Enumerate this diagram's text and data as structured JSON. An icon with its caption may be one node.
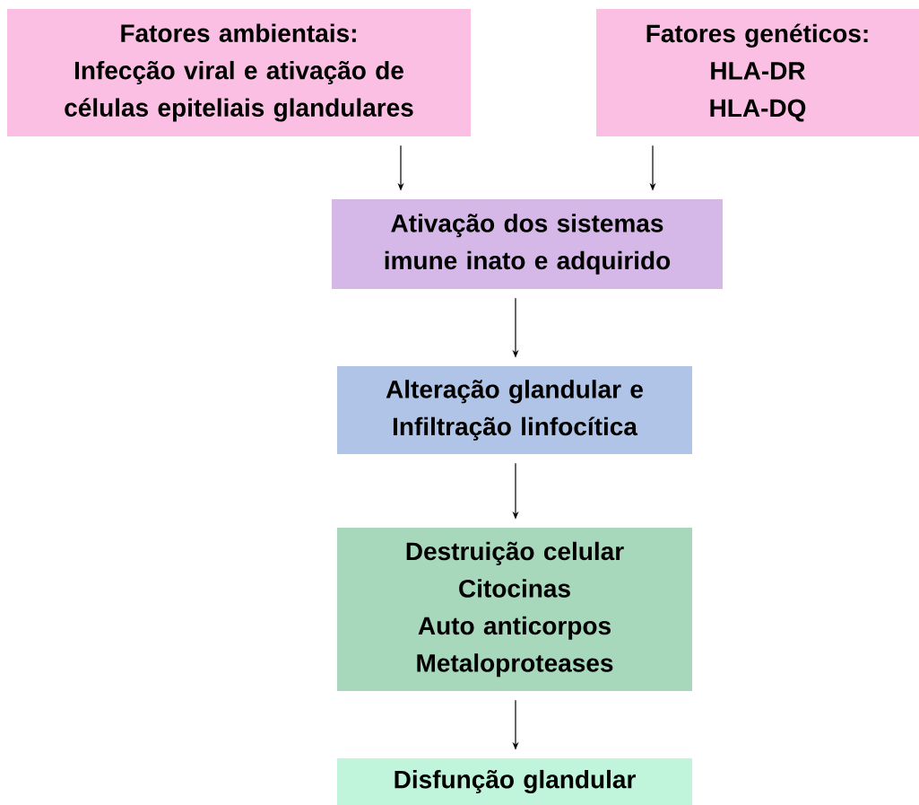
{
  "diagram": {
    "nodes": [
      {
        "text": [
          "Fatores ambientais:",
          "Infecção viral e ativação de células epiteliais glandulares"
        ]
      },
      {
        "text": [
          "Fatores genéticos:",
          "HLA-DR",
          "HLA-DQ"
        ]
      },
      {
        "text": [
          "Ativação dos sistemas imune inato e adquirido"
        ]
      },
      {
        "text": [
          "Alteração glandular e Infiltração linfocítica"
        ]
      },
      {
        "text": [
          "Destruição celular",
          "Citocinas",
          "Auto anticorpos",
          "Metaloproteases"
        ]
      },
      {
        "text": [
          "Disfunção glandular"
        ]
      }
    ],
    "edges": [
      {
        "from": 0,
        "to": 2,
        "arrow": "to"
      },
      {
        "from": 1,
        "to": 2,
        "arrow": "to"
      },
      {
        "from": 2,
        "to": 3,
        "arrow": "to"
      },
      {
        "from": 3,
        "to": 4,
        "arrow": "to"
      },
      {
        "from": 4,
        "to": 5,
        "arrow": "to"
      }
    ]
  }
}
